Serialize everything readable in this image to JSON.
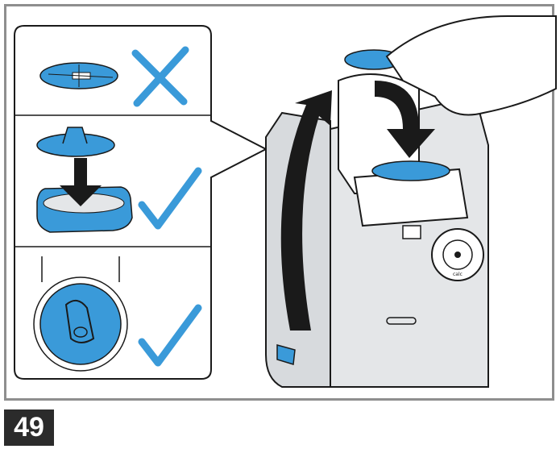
{
  "step": {
    "number": "49"
  },
  "callout": {
    "panels": [
      {
        "id": "flat-disc",
        "mark": "x-mark"
      },
      {
        "id": "disc-into-holder",
        "mark": "checkmark"
      },
      {
        "id": "disc-knob",
        "mark": "checkmark"
      }
    ]
  },
  "machine": {
    "dial_label": "calc"
  },
  "colors": {
    "frame": "#8e8e8e",
    "accent_blue": "#3a9ad9",
    "outline": "#1a1a1a",
    "machine_gray": "#e4e6e8",
    "badge": "#2b2b2b"
  }
}
